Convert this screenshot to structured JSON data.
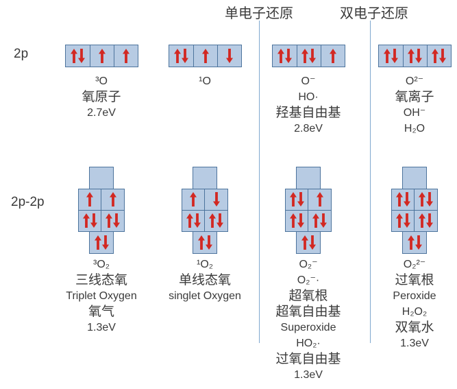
{
  "colors": {
    "box_fill": "#b7cbe3",
    "box_border": "#4c739c",
    "arrow": "#d22822",
    "divider": "#7fa8cf",
    "text": "#3a3a3a"
  },
  "headers": {
    "single_electron_reduction": "单电子还原",
    "double_electron_reduction": "双电子还原"
  },
  "row_labels": {
    "atomic": "2p",
    "molecular": "2p-2p"
  },
  "atomic_row": {
    "columns": [
      {
        "cells": [
          "ud",
          "u",
          "u"
        ],
        "labels": [
          "³O",
          "氧原子",
          "2.7eV"
        ]
      },
      {
        "cells": [
          "ud",
          "u",
          "d"
        ],
        "labels": [
          "¹O"
        ]
      },
      {
        "cells": [
          "ud",
          "ud",
          "u"
        ],
        "labels": [
          "O⁻",
          "HO·",
          "羟基自由基",
          "2.8eV"
        ]
      },
      {
        "cells": [
          "ud",
          "ud",
          "ud"
        ],
        "labels": [
          "O²⁻",
          "氧离子",
          "OH⁻",
          "H₂O"
        ]
      }
    ]
  },
  "molecular_row": {
    "columns": [
      {
        "sigma_star": "",
        "pi_star": [
          "u",
          "u"
        ],
        "pi": [
          "ud",
          "ud"
        ],
        "sigma": "ud",
        "labels": [
          "³O₂",
          "三线态氧",
          "Triplet Oxygen",
          "氧气",
          "1.3eV"
        ]
      },
      {
        "sigma_star": "",
        "pi_star": [
          "u",
          "d"
        ],
        "pi": [
          "ud",
          "ud"
        ],
        "sigma": "ud",
        "labels": [
          "¹O₂",
          "单线态氧",
          "singlet Oxygen"
        ]
      },
      {
        "sigma_star": "",
        "pi_star": [
          "ud",
          "u"
        ],
        "pi": [
          "ud",
          "ud"
        ],
        "sigma": "ud",
        "labels": [
          "O₂⁻",
          "O₂⁻·",
          "超氧根",
          "超氧自由基",
          "Superoxide",
          "HO₂·",
          "过氧自由基",
          "1.3eV"
        ]
      },
      {
        "sigma_star": "",
        "pi_star": [
          "ud",
          "ud"
        ],
        "pi": [
          "ud",
          "ud"
        ],
        "sigma": "ud",
        "labels": [
          "O₂²⁻",
          "过氧根",
          "Peroxide",
          "H₂O₂",
          "双氧水",
          "1.3eV"
        ]
      }
    ]
  }
}
